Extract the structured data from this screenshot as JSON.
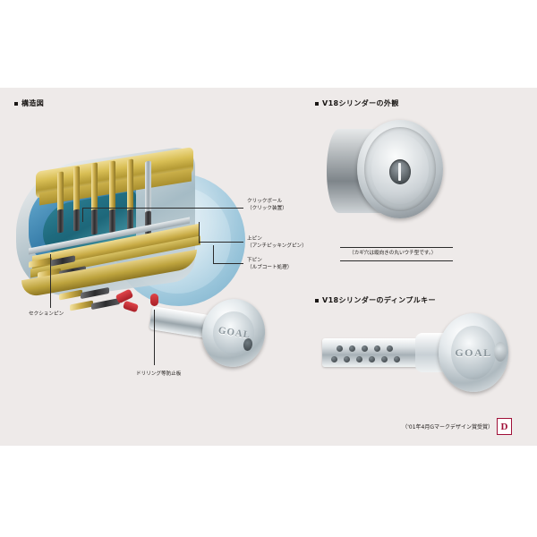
{
  "page": {
    "background_color": "#eeeae9",
    "brand": "GOAL"
  },
  "sections": {
    "structure": {
      "bullet": "●",
      "heading": "構造図"
    },
    "appearance": {
      "bullet": "●",
      "heading": "V18シリンダーの外観",
      "caption": "（カギ穴は縦向きの丸いウチ型です。）"
    },
    "dimple": {
      "bullet": "●",
      "heading": "V18シリンダーのディンプルキー"
    }
  },
  "callouts": [
    {
      "id": "click-ball",
      "line1": "クリックボール",
      "line2": "（クリック装置）"
    },
    {
      "id": "upper-pin",
      "line1": "上ピン",
      "line2": "（アンチピッキングピン）"
    },
    {
      "id": "lower-pin",
      "line1": "下ピン",
      "line2": "（ルブコート処理）"
    },
    {
      "id": "section-pin",
      "line1": "セクションピン",
      "line2": ""
    },
    {
      "id": "anti-drill-plate",
      "line1": "ドリリング等防止板",
      "line2": ""
    }
  ],
  "key": {
    "head_logo": "GOAL"
  },
  "dimple_key": {
    "head_logo": "GOAL"
  },
  "award": {
    "text": "（'01年4月Gマークデザイン賞受賞）",
    "mark_letter": "D",
    "mark_color": "#a01038"
  }
}
